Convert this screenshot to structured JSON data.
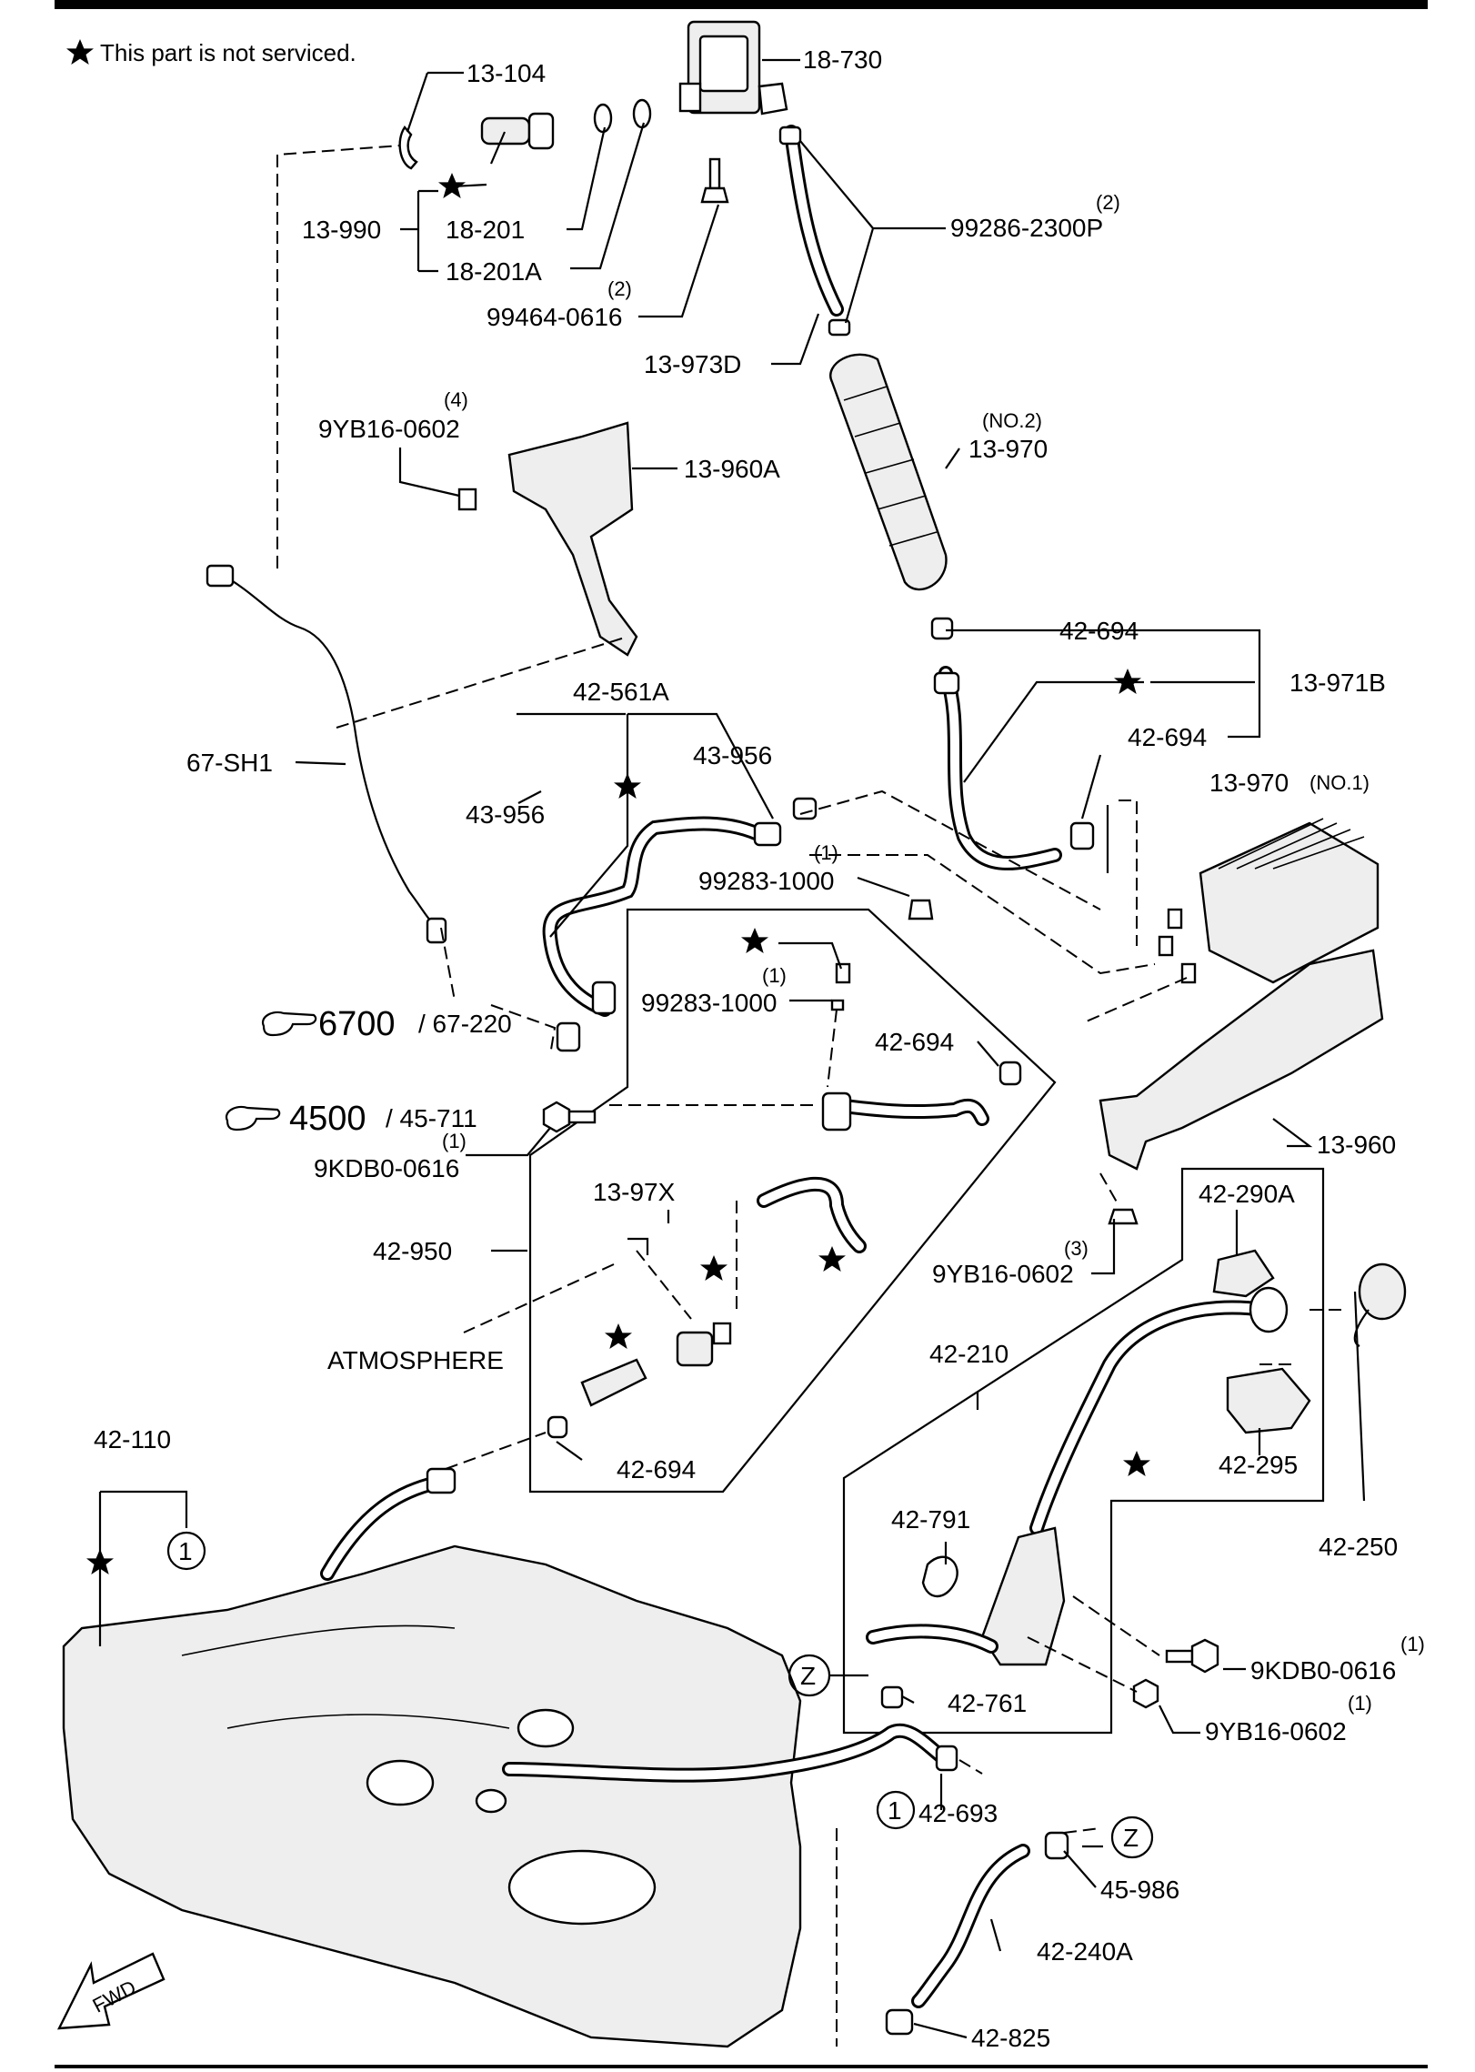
{
  "note": {
    "star_icon": "black-star-icon",
    "text": "This part is not serviced."
  },
  "callouts": {
    "c_13_104": "13-104",
    "c_18_730": "18-730",
    "c_13_990": "13-990",
    "c_18_201": "18-201",
    "c_18_201A": "18-201A",
    "c_99286_2300P": "99286-2300P",
    "q_99286_2300P": "(2)",
    "c_99464_0616": "99464-0616",
    "q_99464_0616": "(2)",
    "c_13_973D": "13-973D",
    "c_9YB16_0602_a": "9YB16-0602",
    "q_9YB16_0602_a": "(4)",
    "c_13_960A": "13-960A",
    "c_13_970_no2": "13-970",
    "n_13_970_no2": "(NO.2)",
    "c_42_694_a": "42-694",
    "c_13_971B": "13-971B",
    "c_42_694_b": "42-694",
    "c_42_561A": "42-561A",
    "c_67_SH1": "67-SH1",
    "c_43_956_a": "43-956",
    "c_43_956_b": "43-956",
    "c_13_970_no1": "13-970",
    "n_13_970_no1": "(NO.1)",
    "c_99283_1000_a": "99283-1000",
    "q_99283_1000_a": "(1)",
    "c_99283_1000_b": "99283-1000",
    "q_99283_1000_b": "(1)",
    "ref_6700_num": "6700",
    "ref_6700_sub": "/ 67-220",
    "ref_4500_num": "4500",
    "ref_4500_sub": "/ 45-711",
    "c_42_694_c": "42-694",
    "c_9KDB0_0616_a": "9KDB0-0616",
    "q_9KDB0_0616_a": "(1)",
    "c_13_960": "13-960",
    "c_13_97X": "13-97X",
    "c_42_290A": "42-290A",
    "c_42_950": "42-950",
    "c_9YB16_0602_b": "9YB16-0602",
    "q_9YB16_0602_b": "(3)",
    "c_atmosphere": "ATMOSPHERE",
    "c_42_210": "42-210",
    "c_42_694_d": "42-694",
    "c_42_295": "42-295",
    "c_42_110": "42-110",
    "c_circle_1_a": "1",
    "c_42_791": "42-791",
    "c_42_250": "42-250",
    "c_z_a": "Z",
    "c_9KDB0_0616_b": "9KDB0-0616",
    "q_9KDB0_0616_b": "(1)",
    "c_42_761": "42-761",
    "c_9YB16_0602_c": "9YB16-0602",
    "q_9YB16_0602_c": "(1)",
    "c_circle_1_b": "1",
    "c_42_693": "42-693",
    "c_z_b": "Z",
    "c_45_986": "45-986",
    "c_42_240A": "42-240A",
    "c_fwd": "FWD",
    "c_42_825": "42-825"
  },
  "icons": {
    "reference_hand": "pointing-hand-icon",
    "star": "black-star-icon",
    "fwd_arrow": "fwd-arrow-icon"
  }
}
